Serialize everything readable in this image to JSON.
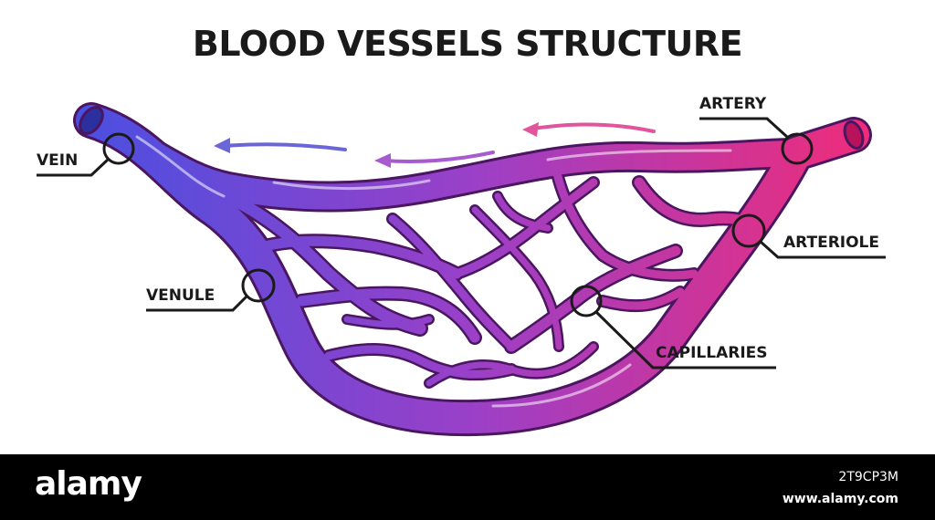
{
  "title": "BLOOD VESSELS STRUCTURE",
  "labels": {
    "vein": "VEIN",
    "venule": "VENULE",
    "artery": "ARTERY",
    "arteriole": "ARTERIOLE",
    "capillaries": "CAPILLARIES"
  },
  "colors": {
    "vein_blue": "#4b4fe0",
    "mid_purple": "#9a40c8",
    "artery_pink": "#ec2d7c",
    "outline": "#5a1a6a",
    "leader": "#1a1a1a"
  },
  "footer": {
    "logo": "alamy",
    "image_id": "2T9CP3M",
    "url": "www.alamy.com"
  }
}
